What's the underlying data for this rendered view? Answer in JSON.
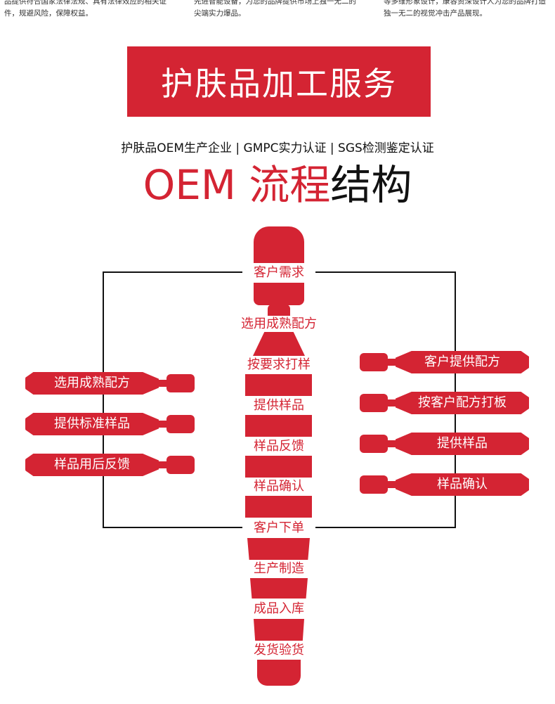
{
  "top_texts": [
    "品提供符合国家法律法规、具有法律效应的相关证件，规避风险，保障权益。",
    "先进智能设备，为您的品牌提供市场上独一无二的尖端实力爆品。",
    "等多维形象设计，康容资深设计人为您的品牌打造独一无二的视觉冲击产品展现。"
  ],
  "banner": "护肤品加工服务",
  "subtitle": "护肤品OEM生产企业 | GMPC实力认证 | SGS检测鉴定认证",
  "title": {
    "red": "OEM 流程",
    "black": "结构"
  },
  "main_steps": [
    "客户需求",
    "选用成熟配方",
    "按要求打样",
    "提供样品",
    "样品反馈",
    "样品确认",
    "客户下单",
    "生产制造",
    "成品入库",
    "发货验货"
  ],
  "left_branch": [
    "选用成熟配方",
    "提供标准样品",
    "样品用后反馈"
  ],
  "right_branch": [
    "客户提供配方",
    "按客户配方打板",
    "提供样品",
    "样品确认"
  ],
  "colors": {
    "accent": "#d42433"
  }
}
